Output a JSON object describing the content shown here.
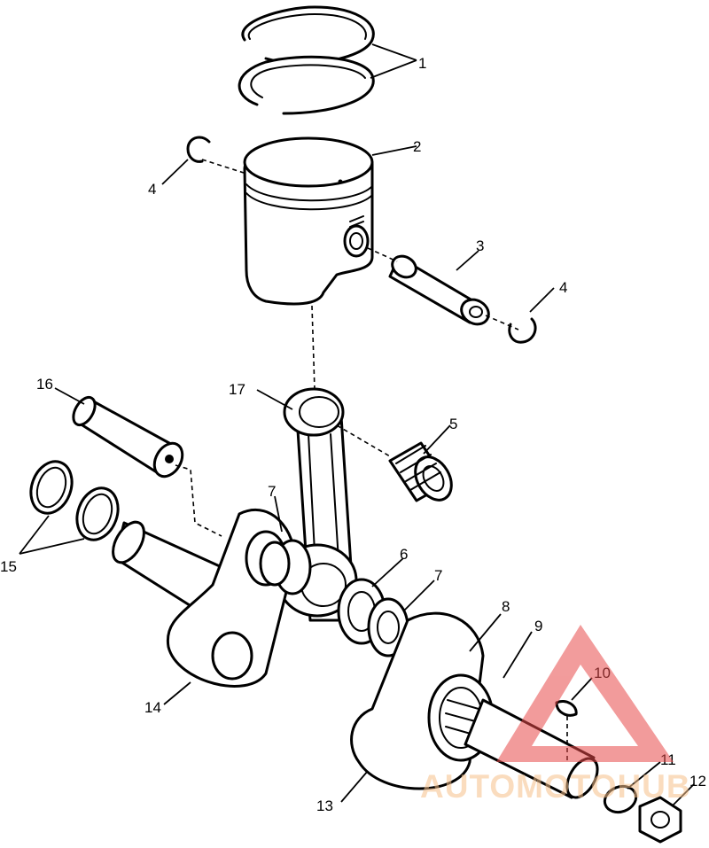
{
  "callouts": [
    {
      "id": "c1",
      "label": "1"
    },
    {
      "id": "c2",
      "label": "2"
    },
    {
      "id": "c3",
      "label": "3"
    },
    {
      "id": "c4a",
      "label": "4"
    },
    {
      "id": "c4b",
      "label": "4"
    },
    {
      "id": "c5",
      "label": "5"
    },
    {
      "id": "c6",
      "label": "6"
    },
    {
      "id": "c7a",
      "label": "7"
    },
    {
      "id": "c7b",
      "label": "7"
    },
    {
      "id": "c8",
      "label": "8"
    },
    {
      "id": "c9",
      "label": "9"
    },
    {
      "id": "c10",
      "label": "10"
    },
    {
      "id": "c11",
      "label": "11"
    },
    {
      "id": "c12",
      "label": "12"
    },
    {
      "id": "c13",
      "label": "13"
    },
    {
      "id": "c14",
      "label": "14"
    },
    {
      "id": "c15",
      "label": "15"
    },
    {
      "id": "c16",
      "label": "16"
    },
    {
      "id": "c17",
      "label": "17"
    }
  ],
  "watermark": {
    "text": "AUTOMOTOHUB",
    "color": "#f6c08a",
    "logo_color": "#e84a4a"
  }
}
